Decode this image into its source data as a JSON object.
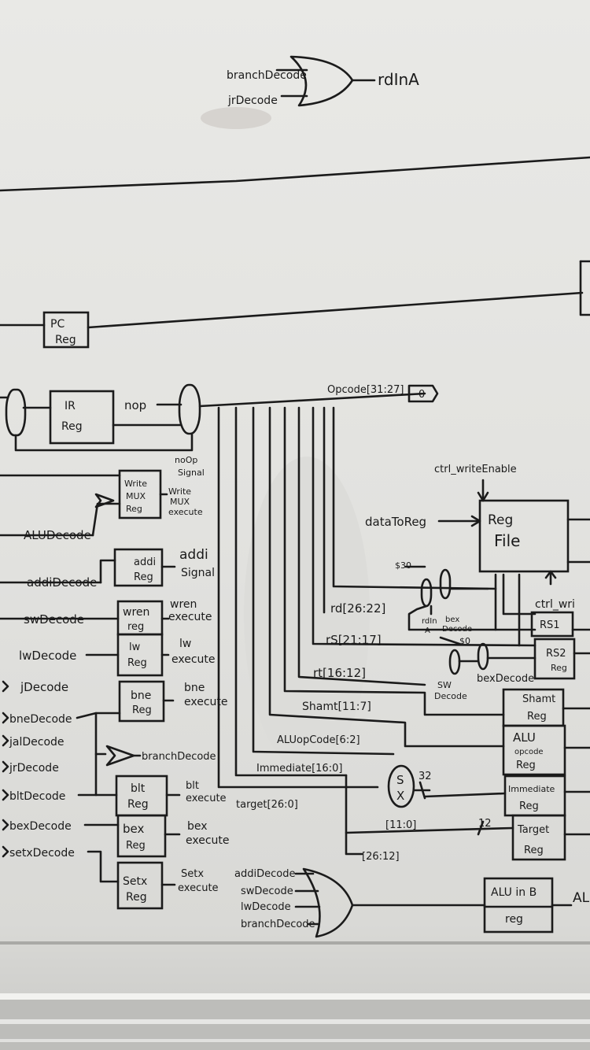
{
  "or_top": {
    "inputs": [
      "branchDecode",
      "jrDecode"
    ],
    "output": "rdInA"
  },
  "pc_reg": [
    "PC",
    "Reg"
  ],
  "ir_reg": [
    "IR",
    "Reg"
  ],
  "nop": "nop",
  "noop_signal": [
    "noOp",
    "Signal"
  ],
  "opcode": "Opcode[31:27]",
  "opcode_value": "0",
  "decodes": [
    "ALUDecode",
    "addiDecode",
    "swDecode",
    "lwDecode",
    "jDecode",
    "bneDecode",
    "jalDecode",
    "jrDecode",
    "bltDecode",
    "bexDecode",
    "setxDecode"
  ],
  "regs": {
    "write_mux": {
      "box": [
        "Write",
        "MUX",
        "Reg"
      ],
      "out": [
        "Write",
        "MUX",
        "execute"
      ]
    },
    "addi": {
      "box": [
        "addi",
        "Reg"
      ],
      "out": [
        "addi",
        "Signal"
      ]
    },
    "wren": {
      "box": [
        "wren",
        "reg"
      ],
      "out": [
        "wren",
        "execute"
      ]
    },
    "lw": {
      "box": [
        "lw",
        "Reg"
      ],
      "out": [
        "lw",
        "execute"
      ]
    },
    "bne": {
      "box": [
        "bne",
        "Reg"
      ],
      "out": [
        "bne",
        "execute"
      ]
    },
    "blt": {
      "box": [
        "blt",
        "Reg"
      ],
      "out": [
        "blt",
        "execute"
      ]
    },
    "bex": {
      "box": [
        "bex",
        "Reg"
      ],
      "out": [
        "bex",
        "execute"
      ]
    },
    "setx": {
      "box": [
        "Setx",
        "Reg"
      ],
      "out": [
        "Setx",
        "execute"
      ]
    }
  },
  "branch_decode": "branchDecode",
  "fields": {
    "rd": "rd[26:22]",
    "rs": "rS[21:17]",
    "rt": "rt[16:12]",
    "shamt": "Shamt[11:7]",
    "aluop": "ALUopCode[6:2]",
    "imm": "Immediate[16:0]",
    "target": "target[26:0]",
    "slice_11_0": "[11:0]",
    "slice_26_12": "[26:12]"
  },
  "muxes": {
    "s30": "$30",
    "s0": "$0",
    "rdin_a": [
      "rdIn",
      "A"
    ],
    "bex_decode": [
      "bex",
      "Decode"
    ],
    "sw_decode": [
      "SW",
      "Decode"
    ],
    "bex_decode_2": "bexDecode"
  },
  "regfile": {
    "title": [
      "Reg",
      "File"
    ],
    "write_enable": "ctrl_writeEnable",
    "data_to_reg": "dataToReg",
    "ctrl_partial": "ctrl_wri",
    "rs1": "RS1",
    "rs2": [
      "RS2",
      "Reg"
    ]
  },
  "right_regs": {
    "shamt": [
      "Shamt",
      "Reg"
    ],
    "alu": [
      "ALU",
      "opcode",
      "Reg"
    ],
    "imm": [
      "Immediate",
      "Reg"
    ],
    "target": [
      "Target",
      "Reg"
    ]
  },
  "sx": {
    "s": "S",
    "x": "X",
    "width": "32",
    "width2": "12"
  },
  "or_bottom": {
    "inputs": [
      "addiDecode",
      "swDecode",
      "lwDecode",
      "branchDecode"
    ]
  },
  "alu_in_b": {
    "box": [
      "ALU in B",
      "reg"
    ],
    "out_partial": "AL"
  }
}
